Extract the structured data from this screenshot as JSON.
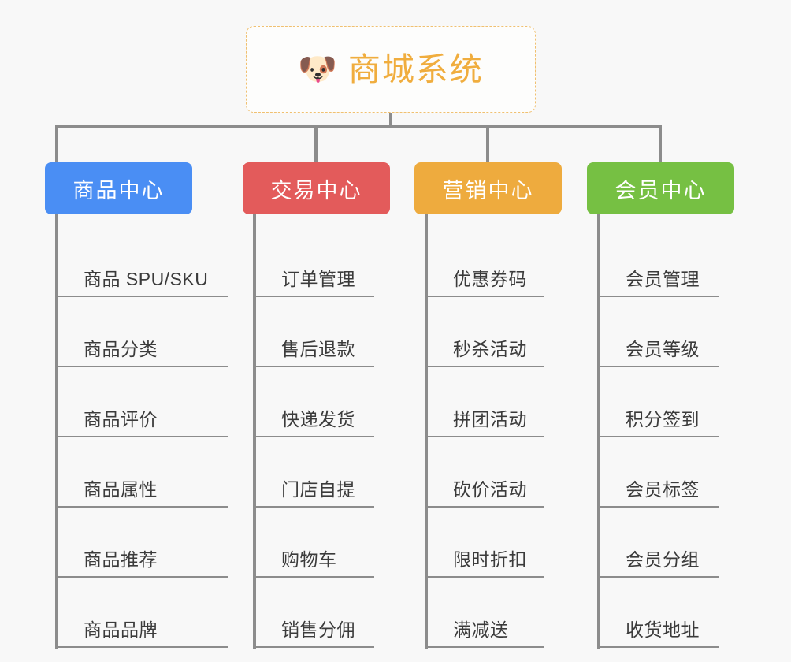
{
  "page": {
    "background_color": "#f8f8f8",
    "title": "商城系统"
  },
  "root": {
    "label": "商城系统",
    "icon": "dog-face-icon",
    "emoji": "🐶",
    "text_color": "#f0ad3e",
    "border_color": "#f0c070",
    "background_color": "#fdfdfc"
  },
  "connector": {
    "color": "#8c8c8c"
  },
  "branches": [
    {
      "id": "product-center",
      "label": "商品中心",
      "color": "#4a8ef4",
      "leaves": [
        {
          "label": "商品 SPU/SKU"
        },
        {
          "label": "商品分类"
        },
        {
          "label": "商品评价"
        },
        {
          "label": "商品属性"
        },
        {
          "label": "商品推荐"
        },
        {
          "label": "商品品牌"
        }
      ]
    },
    {
      "id": "trade-center",
      "label": "交易中心",
      "color": "#e35b5b",
      "leaves": [
        {
          "label": "订单管理"
        },
        {
          "label": "售后退款"
        },
        {
          "label": "快递发货"
        },
        {
          "label": "门店自提"
        },
        {
          "label": "购物车"
        },
        {
          "label": "销售分佣"
        }
      ]
    },
    {
      "id": "marketing-center",
      "label": "营销中心",
      "color": "#eeab3e",
      "leaves": [
        {
          "label": "优惠券码"
        },
        {
          "label": "秒杀活动"
        },
        {
          "label": "拼团活动"
        },
        {
          "label": "砍价活动"
        },
        {
          "label": "限时折扣"
        },
        {
          "label": "满减送"
        }
      ]
    },
    {
      "id": "member-center",
      "label": "会员中心",
      "color": "#76c043",
      "leaves": [
        {
          "label": "会员管理"
        },
        {
          "label": "会员等级"
        },
        {
          "label": "积分签到"
        },
        {
          "label": "会员标签"
        },
        {
          "label": "会员分组"
        },
        {
          "label": "收货地址"
        }
      ]
    }
  ]
}
